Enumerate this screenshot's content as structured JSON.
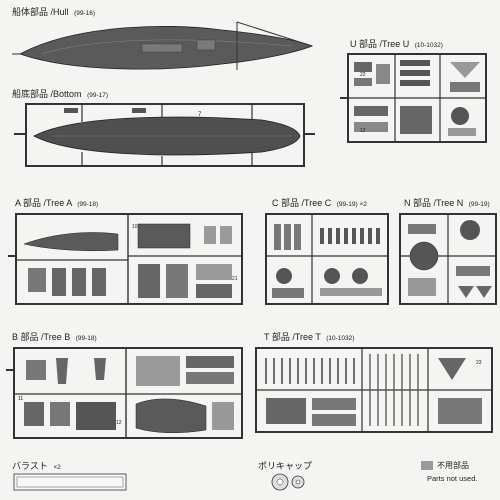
{
  "labels": {
    "hull": {
      "jp": "船体部品",
      "en": "/Hull",
      "code": "(99-16)"
    },
    "bottom": {
      "jp": "船底部品",
      "en": "/Bottom",
      "code": "(99-17)"
    },
    "tree_u": {
      "jp": "U 部品",
      "en": "/Tree U",
      "code": "(10-1032)"
    },
    "tree_a": {
      "jp": "A 部品",
      "en": "/Tree A",
      "code": "(99-18)"
    },
    "tree_c": {
      "jp": "C 部品",
      "en": "/Tree C",
      "code": "(99-19) ×2"
    },
    "tree_n": {
      "jp": "N 部品",
      "en": "/Tree N",
      "code": "(99-19)"
    },
    "tree_b": {
      "jp": "B 部品",
      "en": "/Tree B",
      "code": "(99-18)"
    },
    "tree_t": {
      "jp": "T 部品",
      "en": "/Tree T",
      "code": "(10-1032)"
    },
    "ballast": {
      "jp": "バラスト",
      "count": "×2"
    },
    "polycap": {
      "jp": "ポリキャップ"
    }
  },
  "legend": {
    "jp": "不用部品",
    "en": "Parts not used.",
    "swatch_color": "#9a9a9a"
  },
  "colors": {
    "hull_fill": "#5a5a5a",
    "sprue": "#333333",
    "part": "#6a6a6a",
    "part_light": "#9a9a9a"
  }
}
